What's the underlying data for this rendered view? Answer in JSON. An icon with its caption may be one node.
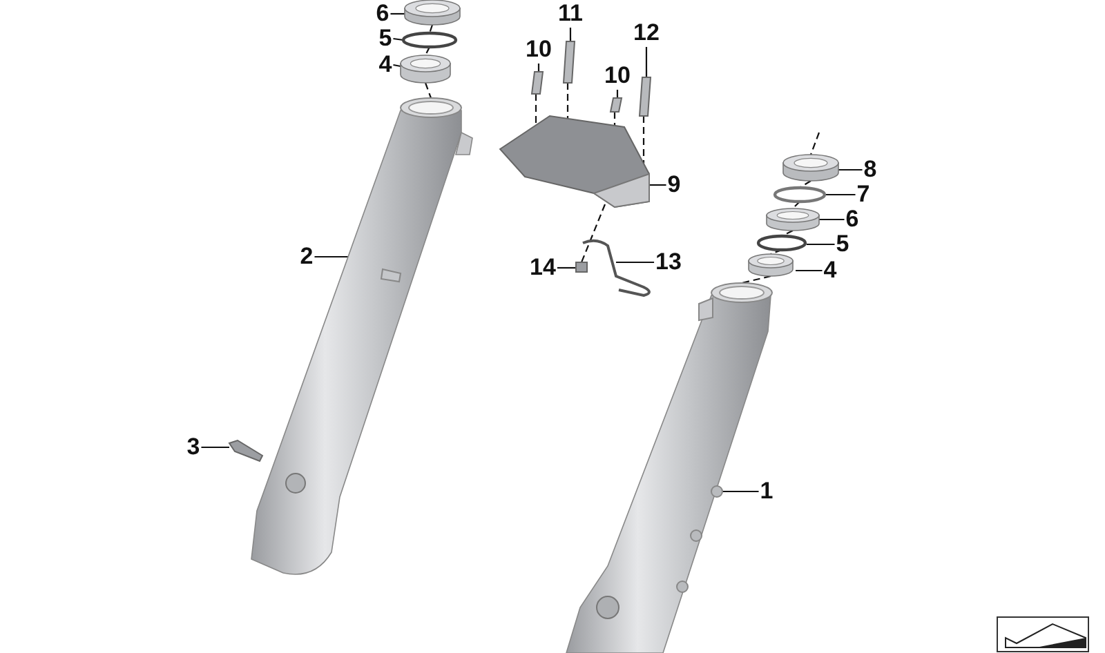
{
  "diagram": {
    "nodes": [
      {
        "text": [
          "6"
        ]
      },
      {
        "text": [
          "11"
        ]
      },
      {
        "text": [
          "5"
        ]
      },
      {
        "text": [
          "10"
        ]
      },
      {
        "text": [
          "12"
        ]
      },
      {
        "text": [
          "4"
        ]
      },
      {
        "text": [
          "10"
        ]
      },
      {
        "text": [
          "8"
        ]
      },
      {
        "text": [
          "9"
        ]
      },
      {
        "text": [
          "7"
        ]
      },
      {
        "text": [
          "6"
        ]
      },
      {
        "text": [
          "5"
        ]
      },
      {
        "text": [
          "2"
        ]
      },
      {
        "text": [
          "13"
        ]
      },
      {
        "text": [
          "14"
        ]
      },
      {
        "text": [
          "4"
        ]
      },
      {
        "text": [
          "3"
        ]
      },
      {
        "text": [
          "1"
        ]
      },
      {
        "text": [],
        "shape": "cylinder"
      },
      {
        "text": [],
        "shape": "bar"
      },
      {
        "text": [],
        "shape": "circle"
      },
      {
        "text": [],
        "shape": "bar"
      },
      {
        "text": [],
        "shape": "bar"
      },
      {
        "text": [],
        "shape": "cylinder"
      },
      {
        "text": [],
        "shape": "bar"
      },
      {
        "text": [],
        "shape": "cylinder"
      },
      {
        "text": [],
        "shape": "picture"
      },
      {
        "text": [],
        "shape": "circle"
      },
      {
        "text": [],
        "shape": "cylinder"
      },
      {
        "text": [],
        "shape": "circle"
      },
      {
        "text": [],
        "shape": "picture"
      },
      {
        "text": [],
        "shape": "picture"
      },
      {
        "text": [],
        "shape": "box"
      },
      {
        "text": [],
        "shape": "cylinder"
      },
      {
        "text": [],
        "shape": "picture"
      },
      {
        "text": [],
        "shape": "picture"
      }
    ],
    "edges": [
      {
        "from": 0,
        "to": 18,
        "arrow": "none"
      },
      {
        "from": 1,
        "to": 19,
        "arrow": "none"
      },
      {
        "from": 2,
        "to": 20,
        "arrow": "none"
      },
      {
        "from": 3,
        "to": 21,
        "arrow": "none"
      },
      {
        "from": 4,
        "to": 22,
        "arrow": "none"
      },
      {
        "from": 5,
        "to": 23,
        "arrow": "none"
      },
      {
        "from": 6,
        "to": 24,
        "arrow": "none"
      },
      {
        "from": 7,
        "to": 25,
        "arrow": "none"
      },
      {
        "from": 8,
        "to": 26,
        "arrow": "none"
      },
      {
        "from": 9,
        "to": 27,
        "arrow": "none"
      },
      {
        "from": 10,
        "to": 28,
        "arrow": "none"
      },
      {
        "from": 11,
        "to": 29,
        "arrow": "none"
      },
      {
        "from": 12,
        "to": 30,
        "arrow": "none"
      },
      {
        "from": 13,
        "to": 31,
        "arrow": "none"
      },
      {
        "from": 14,
        "to": 32,
        "arrow": "none"
      },
      {
        "from": 15,
        "to": 33,
        "arrow": "none"
      },
      {
        "from": 16,
        "to": 34,
        "arrow": "none"
      },
      {
        "from": 17,
        "to": 35,
        "arrow": "none"
      },
      {
        "from": 18,
        "to": 20,
        "arrow": "none",
        "style": "dashed"
      },
      {
        "from": 20,
        "to": 23,
        "arrow": "none",
        "style": "dashed"
      },
      {
        "from": 23,
        "to": 30,
        "arrow": "none",
        "style": "dashed"
      },
      {
        "from": null,
        "to": 25,
        "arrow": "none",
        "style": "dashed"
      },
      {
        "from": 25,
        "to": 27,
        "arrow": "none",
        "style": "dashed"
      },
      {
        "from": 27,
        "to": 28,
        "arrow": "none",
        "style": "dashed"
      },
      {
        "from": 28,
        "to": 29,
        "arrow": "none",
        "style": "dashed"
      },
      {
        "from": 29,
        "to": 33,
        "arrow": "none",
        "style": "dashed"
      },
      {
        "from": 33,
        "to": 35,
        "arrow": "none",
        "style": "dashed"
      },
      {
        "from": 21,
        "to": 26,
        "arrow": "none",
        "style": "dashed"
      },
      {
        "from": 19,
        "to": 26,
        "arrow": "none",
        "style": "dashed"
      },
      {
        "from": 24,
        "to": 26,
        "arrow": "none",
        "style": "dashed"
      },
      {
        "from": 22,
        "to": 26,
        "arrow": "none",
        "style": "dashed"
      },
      {
        "from": 26,
        "to": 32,
        "arrow": "none",
        "style": "dashed"
      }
    ]
  }
}
